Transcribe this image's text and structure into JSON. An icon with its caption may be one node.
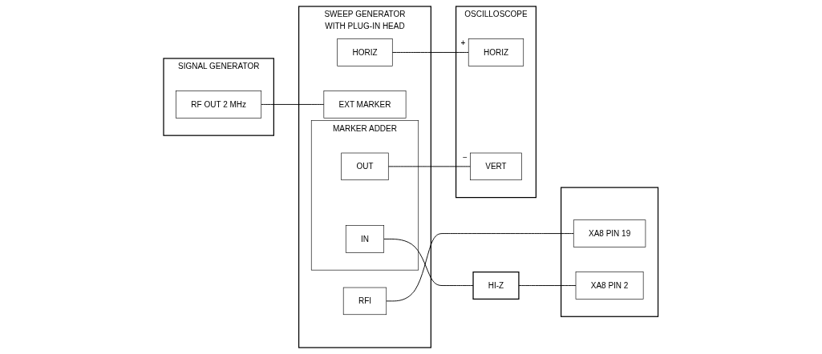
{
  "diagram": {
    "nodes": [
      {
        "text": [
          "SIGNAL GENERATOR"
        ]
      },
      {
        "text": [
          "RF OUT 2 MHz"
        ],
        "in": 0
      },
      {
        "text": [
          "SWEEP GENERATOR",
          "WITH PLUG-IN HEAD"
        ]
      },
      {
        "text": [
          "EXT MARKER"
        ],
        "in": 2
      },
      {
        "text": [
          "RFI"
        ],
        "in": 2
      },
      {
        "text": [
          "MARKER ADDER"
        ],
        "in": 2
      },
      {
        "text": [
          "IN"
        ],
        "in": 5
      },
      {
        "text": [
          "OUT"
        ],
        "in": 5
      },
      {
        "text": [
          "HORIZ"
        ],
        "in": 2
      },
      {
        "text": [
          "OSCILLOSCOPE"
        ]
      },
      {
        "text": [
          "HORIZ"
        ],
        "beside": [
          "+"
        ],
        "in": 9
      },
      {
        "text": [
          "VERT"
        ],
        "beside": [
          "−"
        ],
        "in": 9
      },
      {
        "text": [
          "HI-Z"
        ]
      },
      {
        "text": [],
        "shape": "box"
      },
      {
        "text": [
          "XA8 PIN 19"
        ],
        "in": 13
      },
      {
        "text": [
          "XA8 PIN 2"
        ],
        "in": 13
      }
    ],
    "edges": [
      {
        "from": 1,
        "to": 3,
        "arrow": "none"
      },
      {
        "from": 8,
        "to": 10,
        "arrow": "none"
      },
      {
        "from": 7,
        "to": 11,
        "arrow": "none"
      },
      {
        "from": 4,
        "to": 14,
        "arrow": "none"
      },
      {
        "from": 6,
        "to": 12,
        "arrow": "none"
      },
      {
        "from": 12,
        "to": 15,
        "arrow": "none"
      }
    ]
  }
}
